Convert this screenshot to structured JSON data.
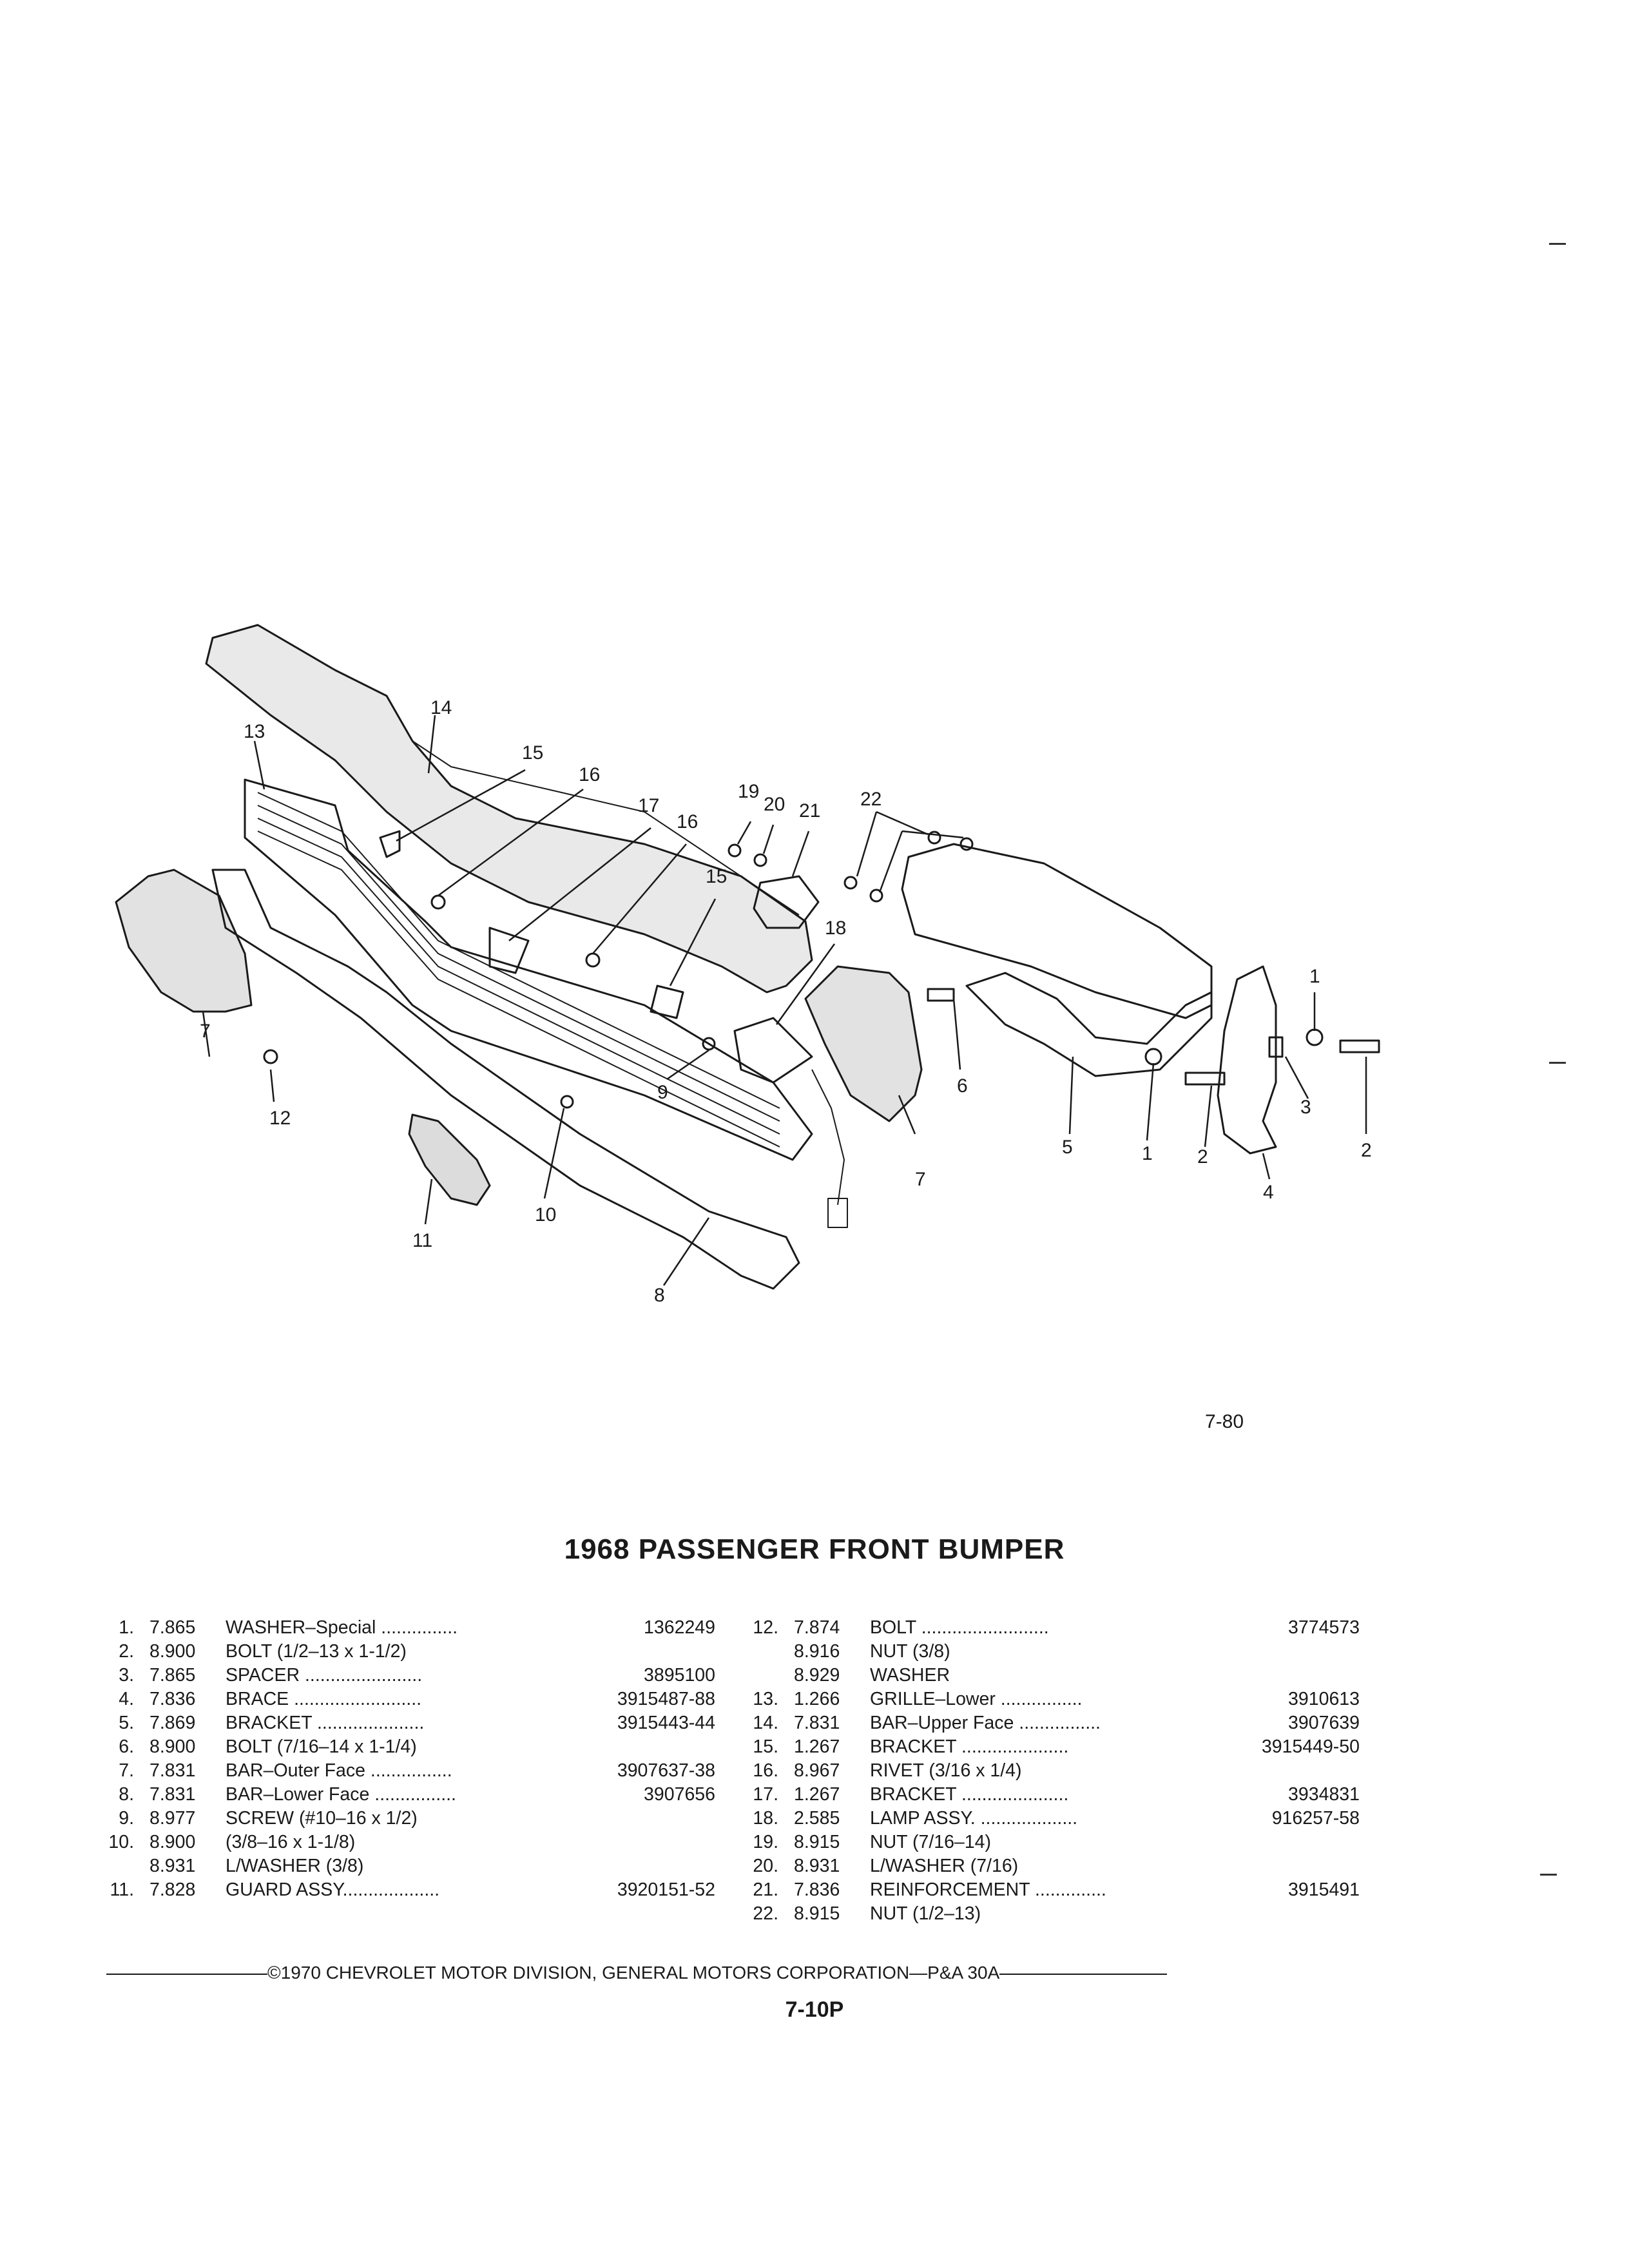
{
  "diagram": {
    "figure_number": "7-80",
    "callouts": [
      "1",
      "1",
      "2",
      "2",
      "3",
      "4",
      "5",
      "6",
      "7",
      "7",
      "8",
      "9",
      "10",
      "11",
      "12",
      "13",
      "14",
      "15",
      "15",
      "16",
      "16",
      "17",
      "18",
      "19",
      "20",
      "21",
      "22"
    ]
  },
  "title": "1968 PASSENGER FRONT BUMPER",
  "parts_left": [
    {
      "num": "1.",
      "group": "7.865",
      "desc": "WASHER–Special ...............",
      "part": "1362249"
    },
    {
      "num": "2.",
      "group": "8.900",
      "desc": "BOLT (1/2–13 x 1-1/2)",
      "part": ""
    },
    {
      "num": "3.",
      "group": "7.865",
      "desc": "SPACER .......................",
      "part": "3895100"
    },
    {
      "num": "4.",
      "group": "7.836",
      "desc": "BRACE .........................",
      "part": "3915487-88"
    },
    {
      "num": "5.",
      "group": "7.869",
      "desc": "BRACKET .....................",
      "part": "3915443-44"
    },
    {
      "num": "6.",
      "group": "8.900",
      "desc": "BOLT (7/16–14 x 1-1/4)",
      "part": ""
    },
    {
      "num": "7.",
      "group": "7.831",
      "desc": "BAR–Outer Face ................",
      "part": "3907637-38"
    },
    {
      "num": "8.",
      "group": "7.831",
      "desc": "BAR–Lower Face ................",
      "part": "3907656"
    },
    {
      "num": "9.",
      "group": "8.977",
      "desc": "SCREW (#10–16 x 1/2)",
      "part": ""
    },
    {
      "num": "10.",
      "group": "8.900",
      "desc": "(3/8–16 x 1-1/8)",
      "part": ""
    },
    {
      "num": "",
      "group": "8.931",
      "desc": "L/WASHER (3/8)",
      "part": ""
    },
    {
      "num": "11.",
      "group": "7.828",
      "desc": "GUARD ASSY...................",
      "part": "3920151-52"
    }
  ],
  "parts_right": [
    {
      "num": "12.",
      "group": "7.874",
      "desc": "BOLT .........................",
      "part": "3774573"
    },
    {
      "num": "",
      "group": "8.916",
      "desc": "NUT (3/8)",
      "part": ""
    },
    {
      "num": "",
      "group": "8.929",
      "desc": "WASHER",
      "part": ""
    },
    {
      "num": "13.",
      "group": "1.266",
      "desc": "GRILLE–Lower ................",
      "part": "3910613"
    },
    {
      "num": "14.",
      "group": "7.831",
      "desc": "BAR–Upper Face ................",
      "part": "3907639"
    },
    {
      "num": "15.",
      "group": "1.267",
      "desc": "BRACKET .....................",
      "part": "3915449-50"
    },
    {
      "num": "16.",
      "group": "8.967",
      "desc": "RIVET (3/16 x 1/4)",
      "part": ""
    },
    {
      "num": "17.",
      "group": "1.267",
      "desc": "BRACKET .....................",
      "part": "3934831"
    },
    {
      "num": "18.",
      "group": "2.585",
      "desc": "LAMP ASSY. ...................",
      "part": "916257-58"
    },
    {
      "num": "19.",
      "group": "8.915",
      "desc": "NUT (7/16–14)",
      "part": ""
    },
    {
      "num": "20.",
      "group": "8.931",
      "desc": "L/WASHER (7/16)",
      "part": ""
    },
    {
      "num": "21.",
      "group": "7.836",
      "desc": "REINFORCEMENT ..............",
      "part": "3915491"
    },
    {
      "num": "22.",
      "group": "8.915",
      "desc": "NUT (1/2–13)",
      "part": ""
    }
  ],
  "copyright": "©1970 CHEVROLET MOTOR DIVISION, GENERAL MOTORS CORPORATION—P&A 30A",
  "page_number": "7-10P"
}
